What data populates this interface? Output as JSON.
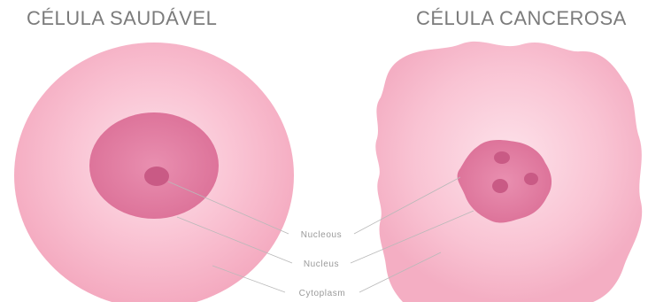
{
  "titles": {
    "healthy": "CÉLULA SAUDÁVEL",
    "cancer": "CÉLULA CANCEROSA"
  },
  "labels": {
    "nucleolus": "Nucleous",
    "nucleus": "Nucleus",
    "cytoplasm": "Cytoplasm"
  },
  "colors": {
    "cell_light": "#fbd3df",
    "cell_mid": "#f4a9bf",
    "nucleus": "#e27ea0",
    "nucleolus": "#c95a85",
    "leader": "#b9b9b9",
    "title": "#7b7b7b"
  }
}
